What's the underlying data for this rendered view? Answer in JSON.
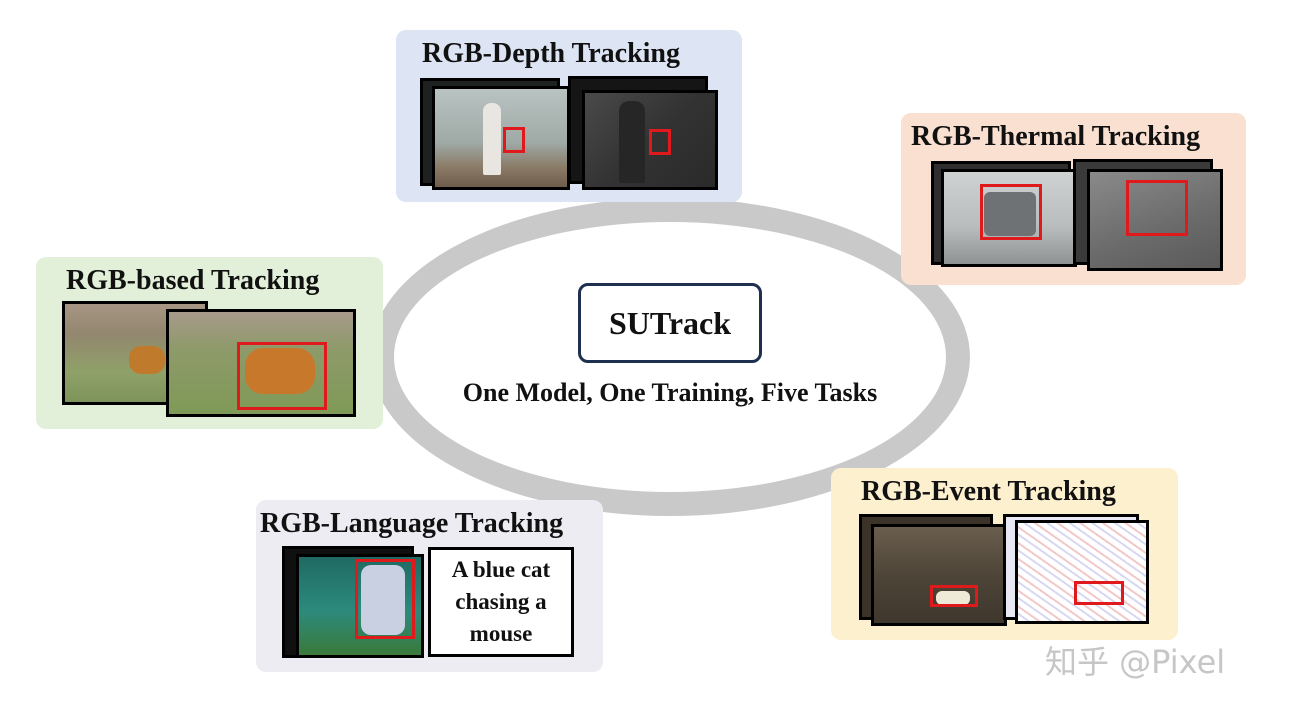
{
  "center": {
    "title": "SUTrack",
    "tagline": "One Model, One Training, Five Tasks"
  },
  "panels": {
    "depth": {
      "title": "RGB-Depth Tracking",
      "bg": "#dde5f4"
    },
    "thermal": {
      "title": "RGB-Thermal Tracking",
      "bg": "#f9e0d0"
    },
    "rgb": {
      "title": "RGB-based Tracking",
      "bg": "#e2f0d9"
    },
    "language": {
      "title": "RGB-Language Tracking",
      "bg": "#ececf2",
      "text_lines": [
        "A blue cat",
        "chasing a",
        "mouse"
      ]
    },
    "event": {
      "title": "RGB-Event Tracking",
      "bg": "#fdf0cf"
    }
  },
  "colors": {
    "bbox": "#e0191c",
    "ellipse": "#c9c9c9",
    "sutrack_border": "#1f2f4f"
  },
  "watermark": "知乎 @Pixel"
}
